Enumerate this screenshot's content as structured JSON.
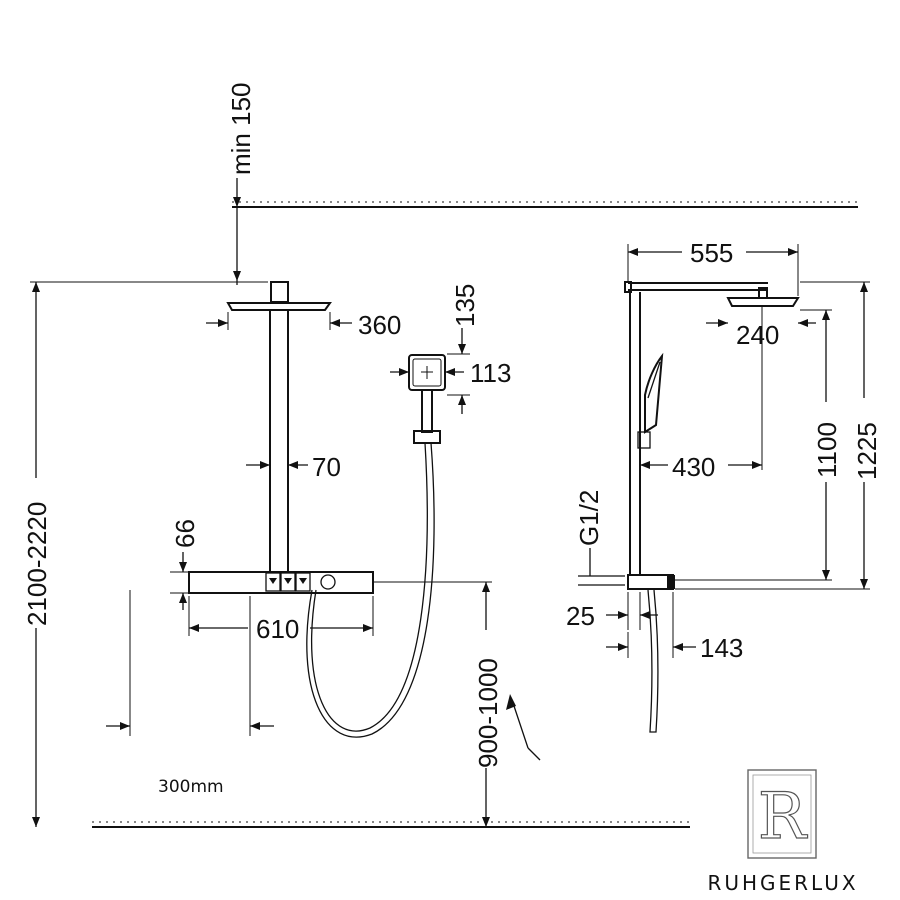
{
  "dimensions": {
    "min_ceiling": "min 150",
    "head_width": "360",
    "handset_length": "135",
    "handset_width": "113",
    "riser_width": "70",
    "console_height": "66",
    "console_width": "610",
    "total_height": "2100-2220",
    "console_floor": "900-1000",
    "arm_length": "555",
    "head_depth": "240",
    "slide_offset": "430",
    "riser_height": "1100",
    "overall_height": "1225",
    "inlet": "G1/2",
    "wall_gap": "25",
    "console_depth": "143"
  },
  "note": "300mm",
  "logo": {
    "letter": "R",
    "name": "RUHGERLUX"
  }
}
